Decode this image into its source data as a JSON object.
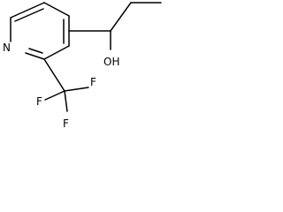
{
  "molecule": {
    "atoms": {
      "nitrogen": "N",
      "hydroxyl": "OH",
      "fluorine_1": "F",
      "fluorine_2": "F",
      "fluorine_3": "F"
    }
  },
  "colors": {
    "bond": "#000000",
    "label": "#000000",
    "background": "#ffffff"
  }
}
